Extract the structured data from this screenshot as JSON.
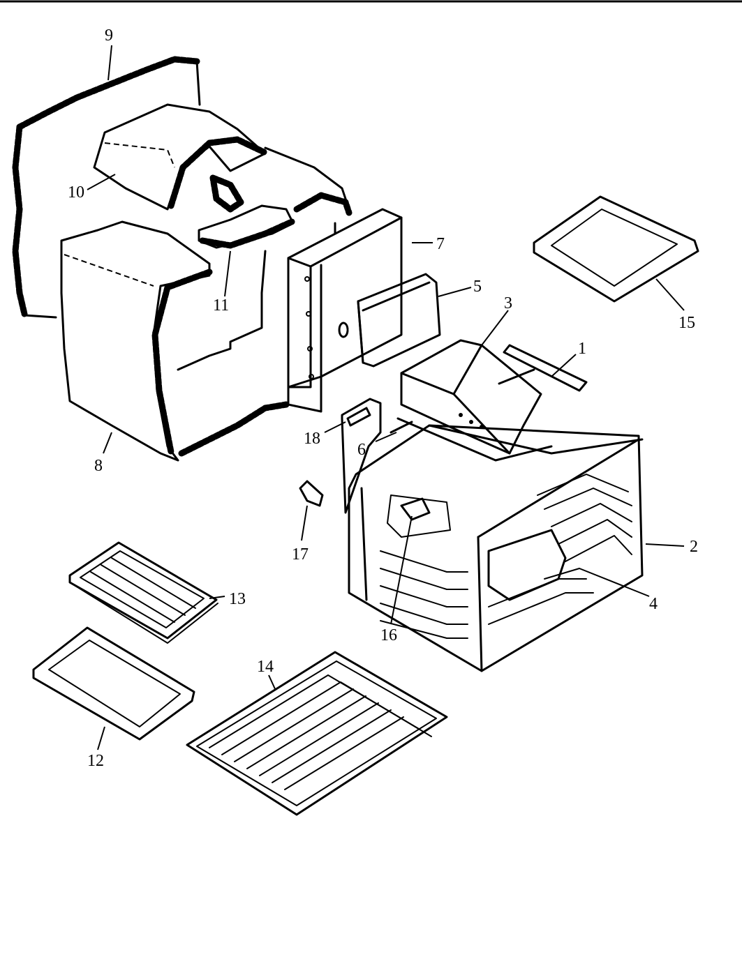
{
  "diagram": {
    "parts": [
      {
        "key": "p1",
        "label": "1"
      },
      {
        "key": "p2",
        "label": "2"
      },
      {
        "key": "p3",
        "label": "3"
      },
      {
        "key": "p4",
        "label": "4"
      },
      {
        "key": "p5",
        "label": "5"
      },
      {
        "key": "p6",
        "label": "6"
      },
      {
        "key": "p7",
        "label": "7"
      },
      {
        "key": "p8",
        "label": "8"
      },
      {
        "key": "p9",
        "label": "9"
      },
      {
        "key": "p10",
        "label": "10"
      },
      {
        "key": "p11",
        "label": "11"
      },
      {
        "key": "p12",
        "label": "12"
      },
      {
        "key": "p13",
        "label": "13"
      },
      {
        "key": "p14",
        "label": "14"
      },
      {
        "key": "p15",
        "label": "15"
      },
      {
        "key": "p16",
        "label": "16"
      },
      {
        "key": "p17",
        "label": "17"
      },
      {
        "key": "p18",
        "label": "18"
      }
    ]
  }
}
